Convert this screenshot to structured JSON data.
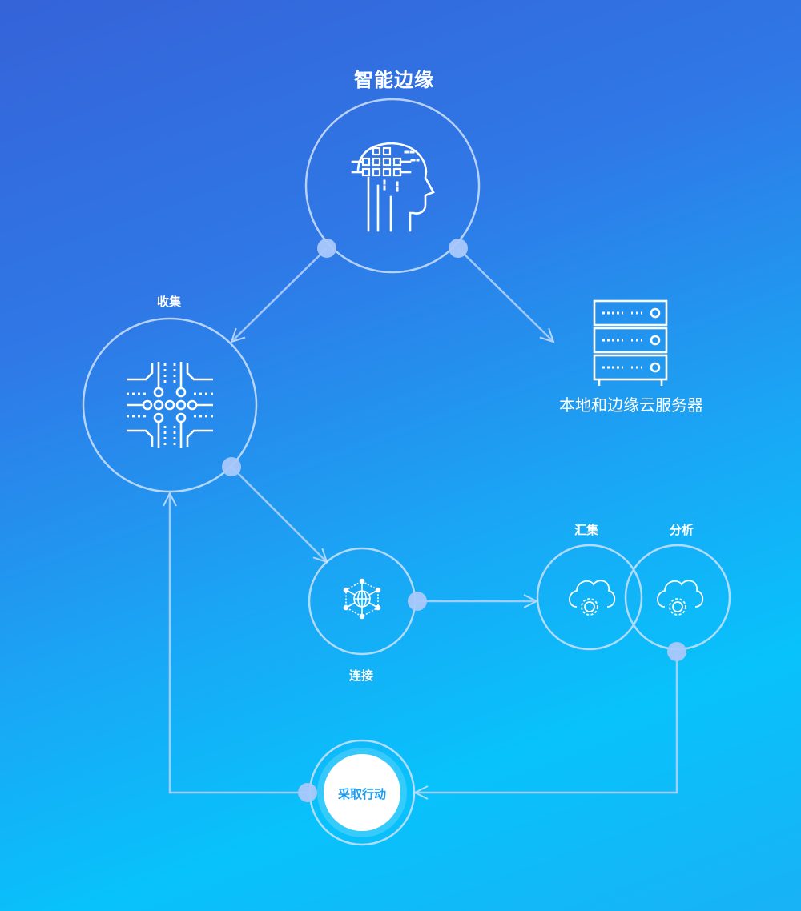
{
  "title": "智能边缘",
  "nodes": {
    "collect": "收集",
    "server": "本地和边缘云服务器",
    "aggregate": "汇集",
    "analyze": "分析",
    "connect": "连接",
    "action": "采取行动"
  },
  "icons": {
    "brain": "ai-head-icon",
    "chip": "circuit-chip-icon",
    "network": "globe-network-icon",
    "server": "server-rack-icon",
    "cloud": "cloud-gear-icon"
  },
  "colors": {
    "line": "#b7d3ff",
    "dot": "#a9c9fb",
    "white": "#ffffff"
  }
}
